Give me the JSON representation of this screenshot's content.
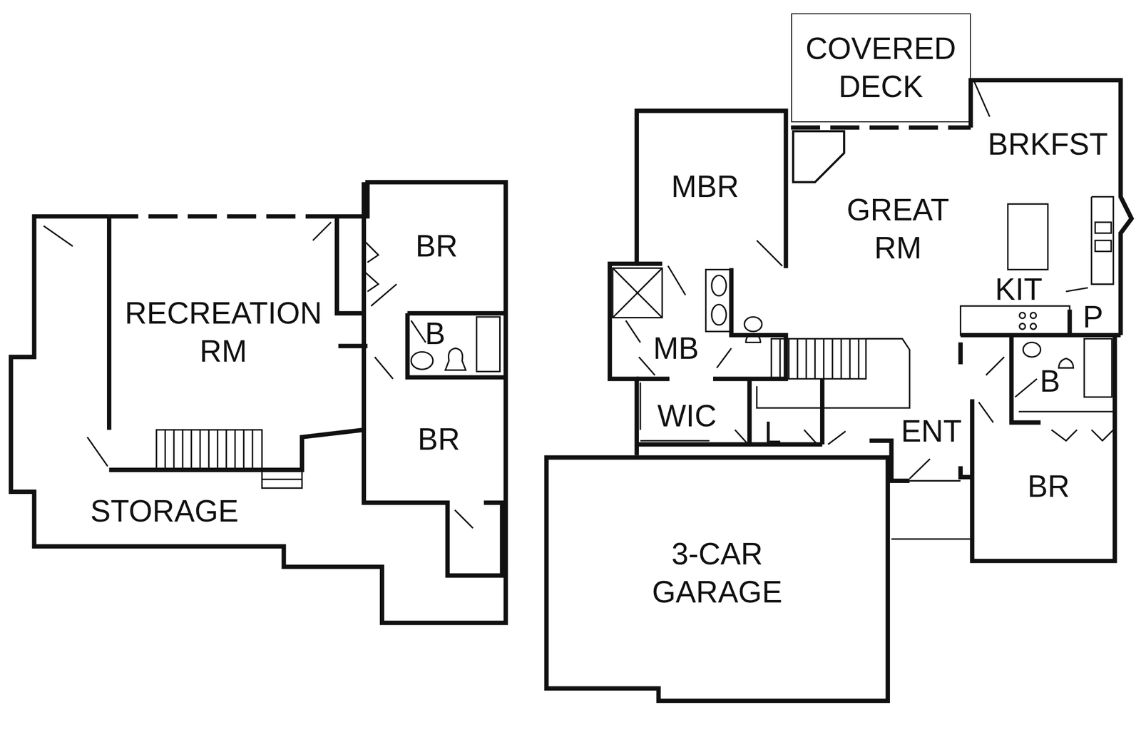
{
  "diagram": {
    "nodes": [
      {
        "text": [
          "COVERED DECK"
        ]
      },
      {
        "text": [
          "3-CAR GARAGE"
        ]
      }
    ],
    "labels": [
      "RECREATION RM",
      "STORAGE",
      "BR",
      "B",
      "BR",
      "MBR",
      "GREAT RM",
      "BRKFST",
      "KIT",
      "P",
      "MB",
      "WIC",
      "L",
      "ENT",
      "B",
      "BR"
    ]
  }
}
